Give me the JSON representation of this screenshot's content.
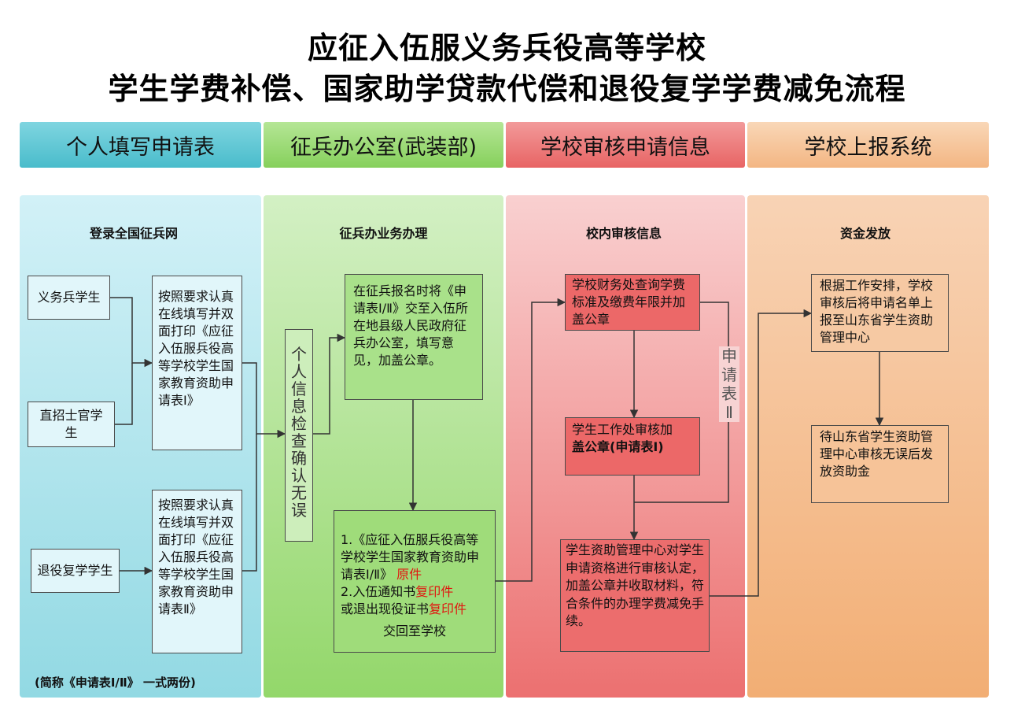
{
  "title": {
    "line1": "应征入伍服义务兵役高等学校",
    "line2": "学生学费补偿、国家助学贷款代偿和退役复学学费减免流程"
  },
  "columns": [
    {
      "header": "个人填写申请表",
      "lane_title": "登录全国征兵网"
    },
    {
      "header": "征兵办公室(武装部)",
      "lane_title": "征兵办业务办理"
    },
    {
      "header": "学校审核申请信息",
      "lane_title": "校内审核信息"
    },
    {
      "header": "学校上报系统",
      "lane_title": "资金发放"
    }
  ],
  "col1": {
    "box_yiwubing": "义务兵学生",
    "box_zhizhao": "直招士官学生",
    "box_tuiyi": "退役复学学生",
    "box_form1": "按照要求认真在线填写并双面打印《应征入伍服兵役高等学校学生国家教育资助申请表Ⅰ》",
    "box_form2": "按照要求认真在线填写并双面打印《应征入伍服兵役高等学校学生国家教育资助申请表Ⅱ》",
    "footnote": "(简称《申请表Ⅰ/Ⅱ》 一式两份)"
  },
  "col2": {
    "check": "个人信息检查确认无误",
    "box_submit": "在征兵报名时将《申请表Ⅰ/Ⅱ》交至入伍所在地县级人民政府征兵办公室，填写意见，加盖公章。",
    "box_docs": {
      "l1a": "1.《应征入伍服兵役高等学校学生国家教育资助申请表Ⅰ/Ⅱ》",
      "l1b": "原件",
      "l2a": "2.入伍通知书",
      "l2b": "复印件",
      "l2c": "或退出现役证书",
      "l2d": "复印件",
      "l3": "交回至学校"
    }
  },
  "col3": {
    "box_finance": "学校财务处查询学费标准及缴费年限并加盖公章",
    "box_student_a": "学生工作处审核加",
    "box_student_b": "盖公章(申请表Ⅰ)",
    "side_label": "申请表Ⅱ",
    "box_center": "学生资助管理中心对学生申请资格进行审核认定，加盖公章并收取材料，符合条件的办理学费减免手续。"
  },
  "col4": {
    "box_report": "根据工作安排，学校审核后将申请名单上报至山东省学生资助管理中心",
    "box_wait": "待山东省学生资助管理中心审核无误后发放资助金"
  },
  "colors": {
    "header1": "#5cc6d4",
    "header2": "#9bda76",
    "header3": "#ec7a7a",
    "header4": "#f5c39a",
    "lane1": "#c4ecf4",
    "lane2": "#bfe9a8",
    "lane3": "#f4a9a9",
    "lane4": "#f5c69d",
    "highlight": "#e1150f"
  }
}
